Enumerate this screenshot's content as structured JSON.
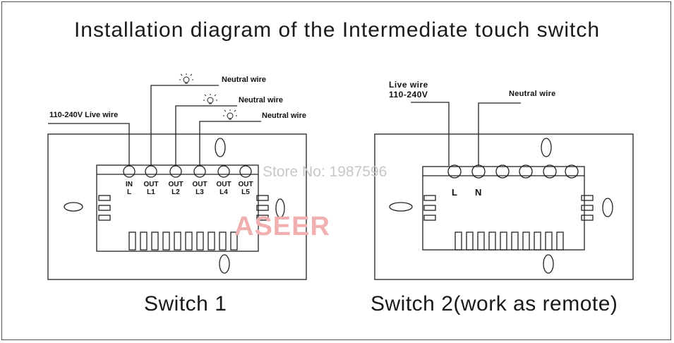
{
  "title": "Installation diagram of the Intermediate touch switch",
  "switch1": {
    "caption": "Switch 1",
    "live_label": "110-240V Live wire",
    "neutral_labels": [
      "Neutral wire",
      "Neutral wire",
      "Neutral wire"
    ],
    "terminals": [
      {
        "top": "IN",
        "bottom": "L"
      },
      {
        "top": "OUT",
        "bottom": "L1"
      },
      {
        "top": "OUT",
        "bottom": "L2"
      },
      {
        "top": "OUT",
        "bottom": "L3"
      },
      {
        "top": "OUT",
        "bottom": "L4"
      },
      {
        "top": "OUT",
        "bottom": "L5"
      }
    ]
  },
  "switch2": {
    "caption": "Switch 2(work as remote)",
    "live_label_line1": "Live wire",
    "live_label_line2": "110-240V",
    "neutral_label": "Neutral wire",
    "terminal_L": "L",
    "terminal_N": "N"
  },
  "watermark": {
    "store": "Store No: 1987596",
    "brand": "ASEER"
  },
  "colors": {
    "line": "#222222",
    "watermark_store": "#c8c8c8",
    "watermark_brand": "#f0b0b0"
  }
}
